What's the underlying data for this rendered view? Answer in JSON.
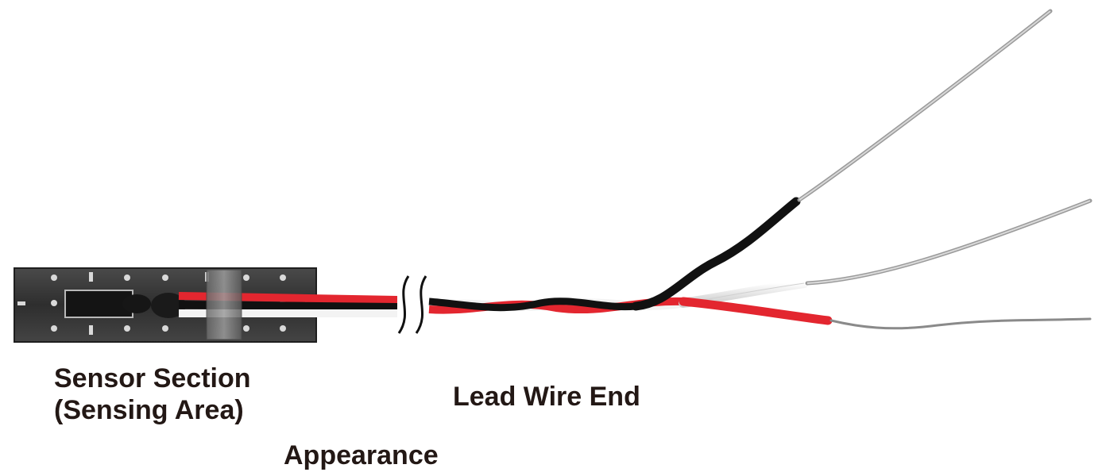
{
  "labels": {
    "sensor_section_line1": "Sensor Section",
    "sensor_section_line2": "(Sensing Area)",
    "lead_wire_end": "Lead Wire End",
    "appearance": "Appearance"
  },
  "colors": {
    "text": "#231815",
    "wire_red": "#e3262f",
    "wire_black": "#111111",
    "wire_white": "#f2f2f2",
    "conductor": "#9a9a9a",
    "sensor_body": "#3b3b3b"
  },
  "wires": [
    {
      "name": "black-wire",
      "color": "wire_black"
    },
    {
      "name": "white-wire",
      "color": "wire_white"
    },
    {
      "name": "red-wire",
      "color": "wire_red"
    }
  ]
}
